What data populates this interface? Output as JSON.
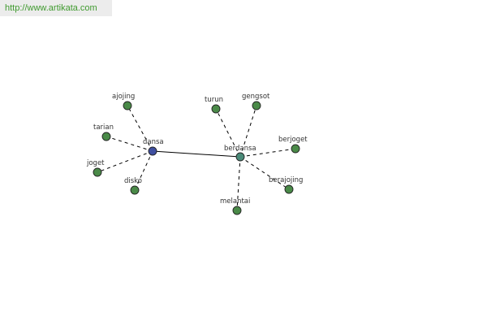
{
  "url_text": "http://www.artikata.com",
  "colors": {
    "center_node": "#3f4fa0",
    "secondary_hub": "#4a8a78",
    "leaf_node": "#4a8a48"
  },
  "center": {
    "label": "dansa"
  },
  "hub": {
    "label": "berdansa"
  },
  "leaves_center": [
    {
      "label": "ajojing"
    },
    {
      "label": "tarian"
    },
    {
      "label": "joget"
    },
    {
      "label": "disko"
    }
  ],
  "leaves_hub": [
    {
      "label": "turun"
    },
    {
      "label": "gengsot"
    },
    {
      "label": "berjoget"
    },
    {
      "label": "berajojing"
    },
    {
      "label": "melantai"
    }
  ]
}
